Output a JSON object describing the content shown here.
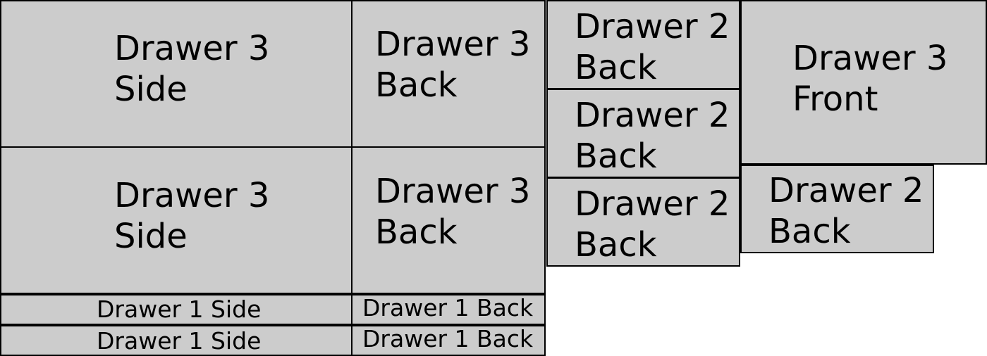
{
  "colors": {
    "piece_fill": "#cccccc",
    "piece_border": "#000000",
    "background": "#ffffff"
  },
  "pieces": [
    {
      "label": "Drawer 3\nSide"
    },
    {
      "label": "Drawer 3\nSide"
    },
    {
      "label": "Drawer 1 Side"
    },
    {
      "label": "Drawer 1 Side"
    },
    {
      "label": "Drawer 3\nBack"
    },
    {
      "label": "Drawer 3\nBack"
    },
    {
      "label": "Drawer 1 Back"
    },
    {
      "label": "Drawer 1 Back"
    },
    {
      "label": "Drawer 2\nBack"
    },
    {
      "label": "Drawer 2\nBack"
    },
    {
      "label": "Drawer 2\nBack"
    },
    {
      "label": "Drawer 3\nFront"
    },
    {
      "label": "Drawer 2\nBack"
    }
  ]
}
